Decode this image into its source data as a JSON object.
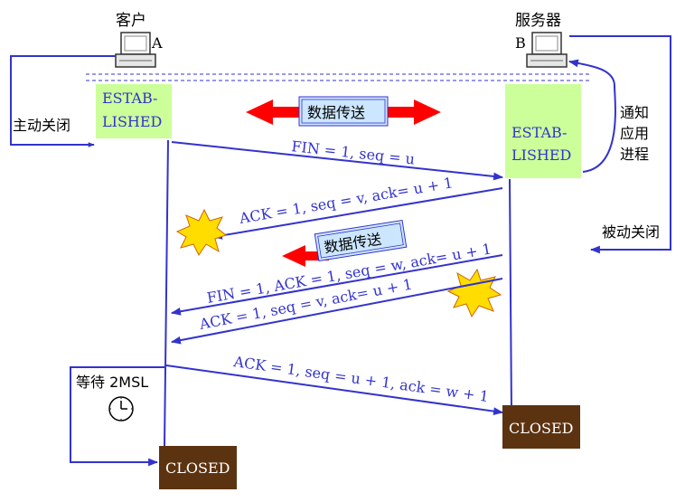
{
  "client": {
    "name": "客户",
    "letter": "A",
    "icon": "computer-icon"
  },
  "server": {
    "name": "服务器",
    "letter": "B",
    "icon": "computer-icon"
  },
  "labels": {
    "active_close": "主动关闭",
    "passive_close": "被动关闭",
    "notify_1": "通知",
    "notify_2": "应用",
    "notify_3": "进程",
    "data_transfer": "数据传送",
    "data_transfer_2": "数据传送",
    "wait": "等待 2MSL",
    "clock": "clock-icon"
  },
  "states": {
    "client_estab_1": "ESTAB-",
    "client_estab_2": "LISHED",
    "server_estab_1": "ESTAB-",
    "server_estab_2": "LISHED",
    "server_closed": "CLOSED",
    "client_closed": "CLOSED"
  },
  "messages": {
    "m1": "FIN = 1, seq = u",
    "m2": "ACK = 1, seq = v, ack= u + 1",
    "m3": "FIN = 1, ACK = 1, seq = w, ack= u + 1",
    "m4": "ACK = 1, seq = v, ack= u + 1",
    "m5": "ACK = 1, seq = u + 1, ack = w + 1"
  },
  "colors": {
    "line": "#3333cc",
    "estab_fill": "#ccff99",
    "closed_fill": "#5c3311",
    "closed_text": "#ffffff",
    "data_arrow": "#ff0000",
    "data_box_fill": "#cce6ff",
    "burst": "#ffdd00"
  }
}
